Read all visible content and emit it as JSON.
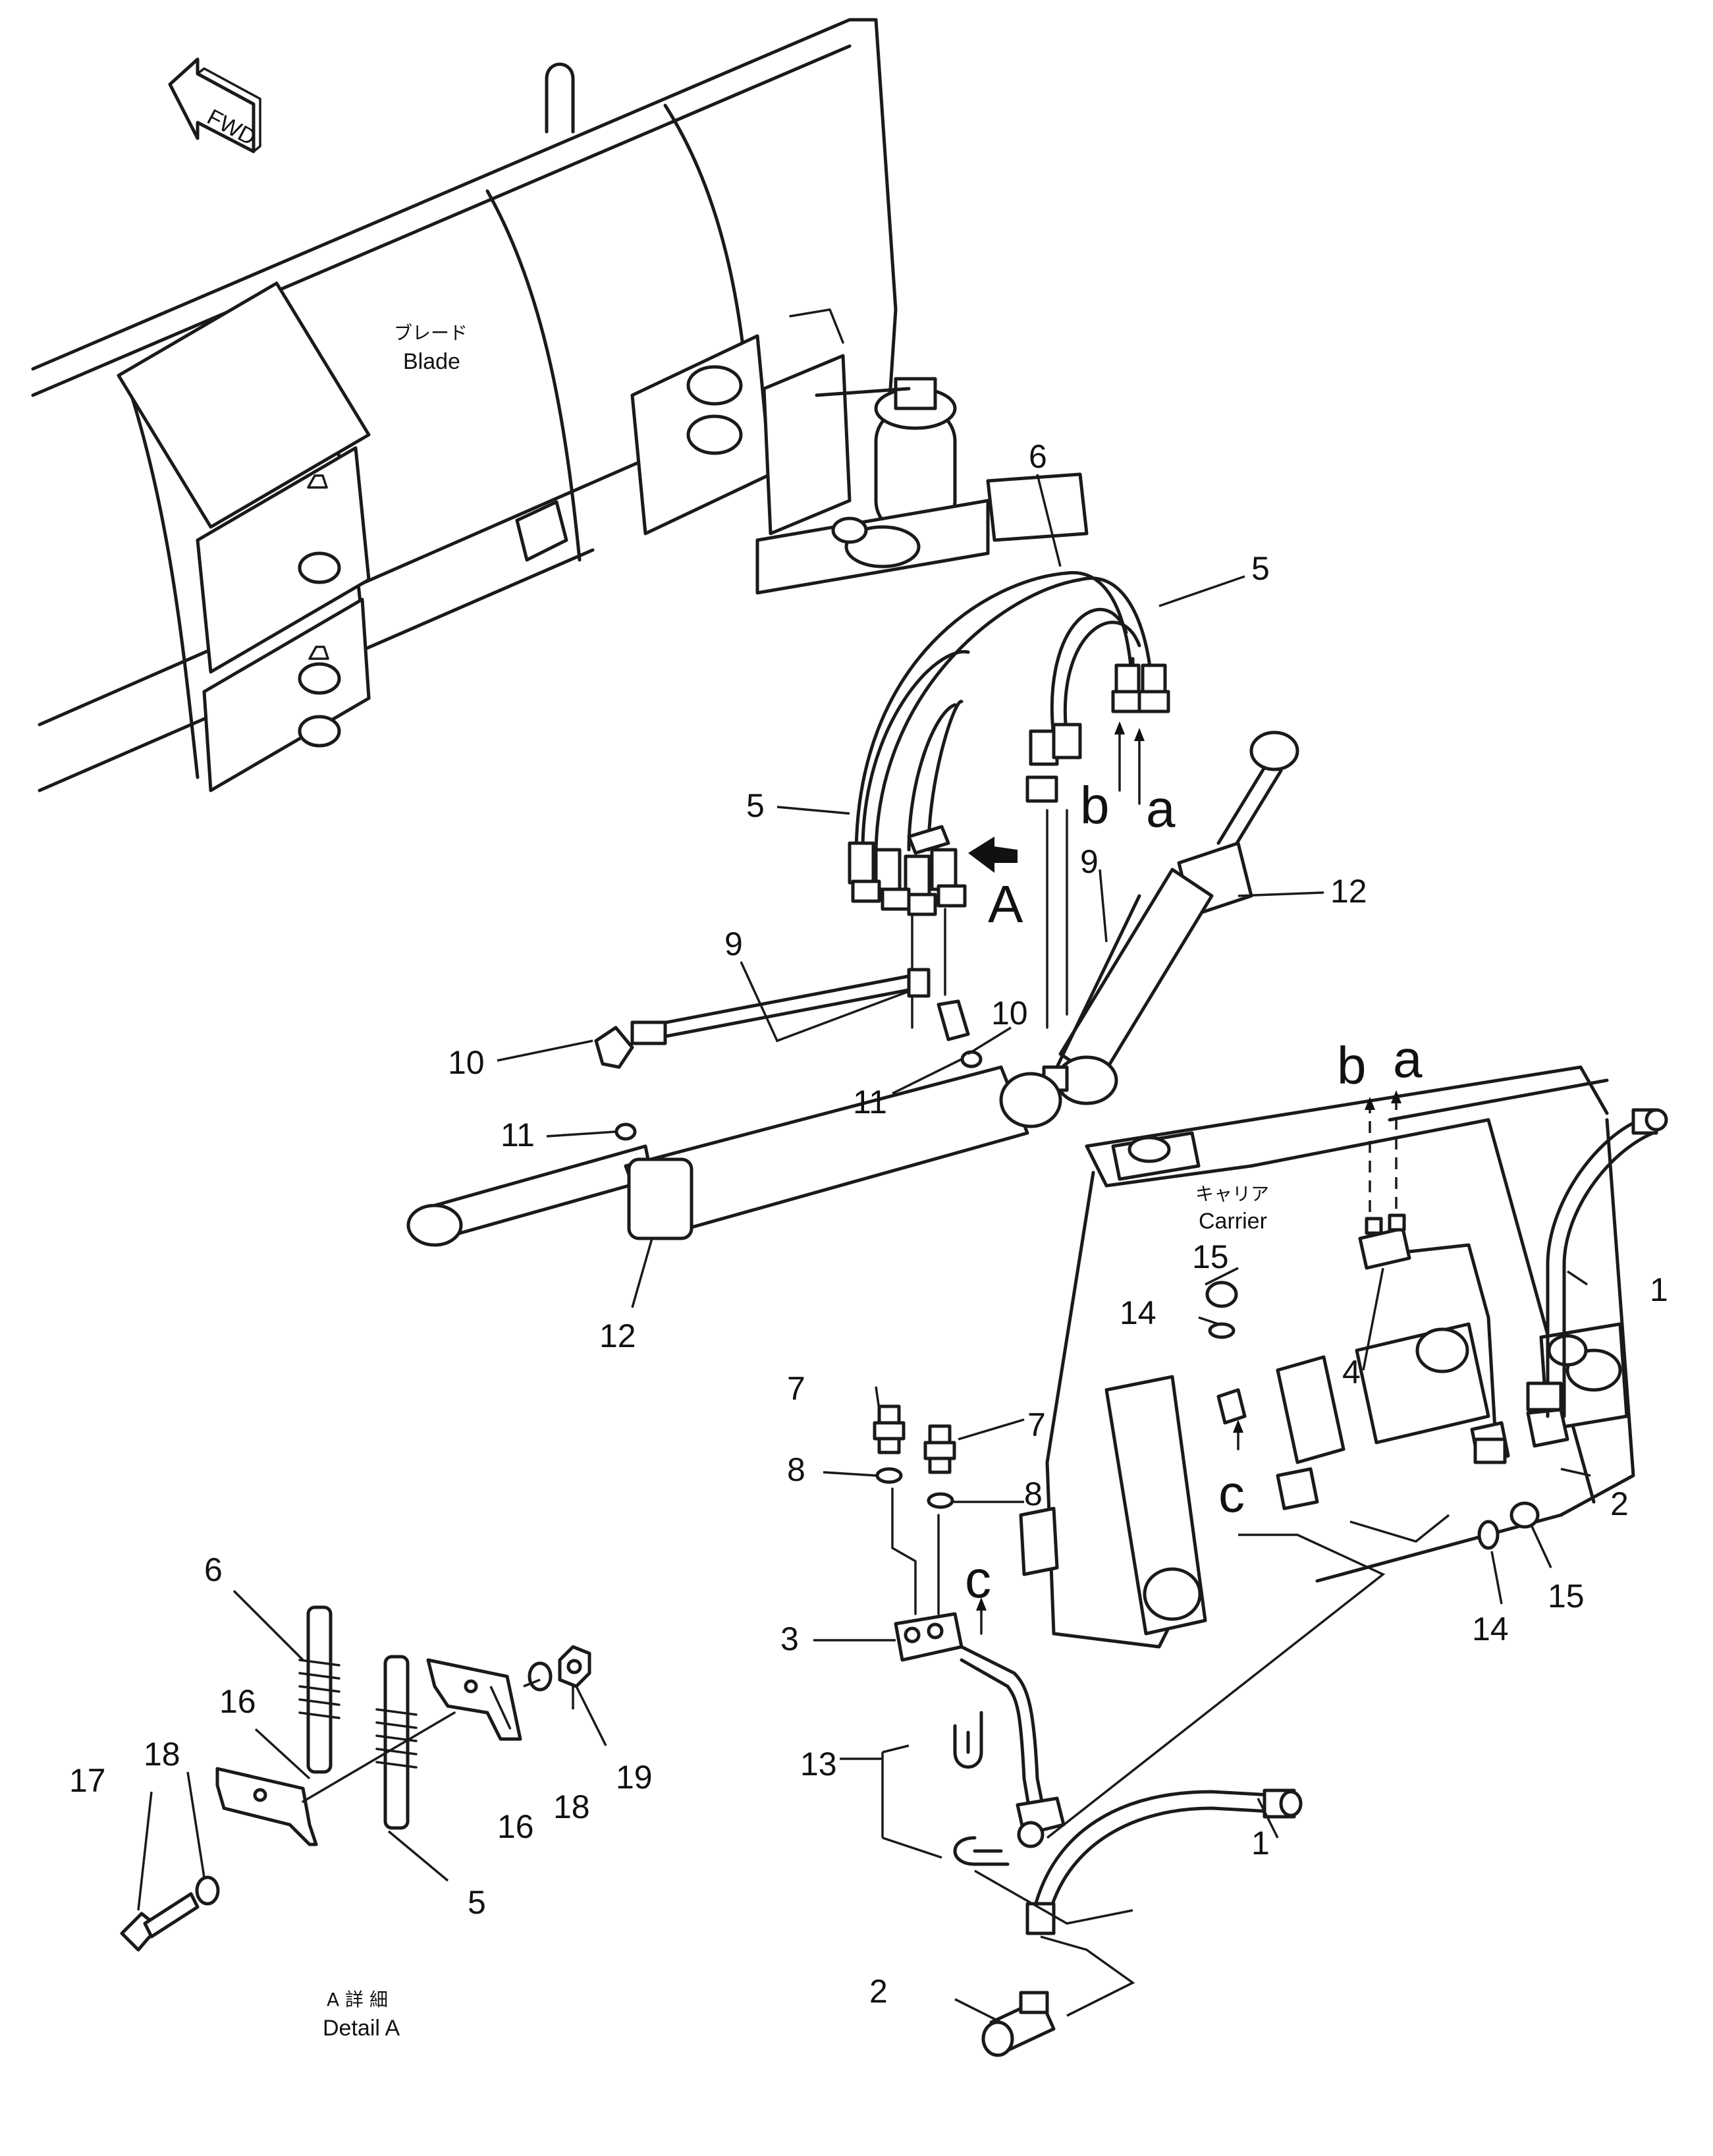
{
  "direction_arrow": {
    "text": "FWD",
    "icon": "forward-arrow-icon"
  },
  "component_labels": {
    "blade_jp": "ブレード",
    "blade_en": "Blade",
    "carrier_jp": "キャリア",
    "carrier_en": "Carrier"
  },
  "detail_caption": {
    "jp": "A 詳 細",
    "en": "Detail A"
  },
  "view_marker": "A",
  "connection_letters": {
    "a": "a",
    "b": "b",
    "c": "c"
  },
  "callouts": {
    "p1": "1",
    "p2": "2",
    "p3": "3",
    "p4": "4",
    "p5": "5",
    "p6": "6",
    "p7": "7",
    "p8": "8",
    "p9": "9",
    "p10": "10",
    "p11": "11",
    "p12": "12",
    "p13": "13",
    "p14": "14",
    "p15": "15",
    "p16": "16",
    "p17": "17",
    "p18": "18",
    "p19": "19"
  }
}
